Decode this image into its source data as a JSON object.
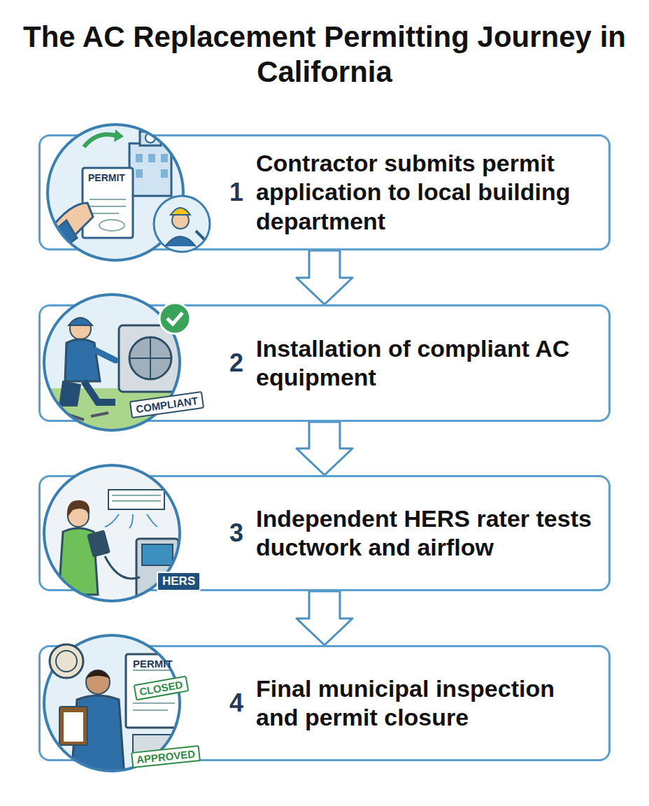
{
  "diagram": {
    "title": "The AC Replacement Permitting Journey in California",
    "nodes": [
      {
        "text": [
          "1",
          "Contractor submits permit application to local building department"
        ]
      },
      {
        "text": [
          "2",
          "Installation of compliant AC equipment"
        ]
      },
      {
        "text": [
          "3",
          "Independent HERS rater tests ductwork and airflow"
        ]
      },
      {
        "text": [
          "4",
          "Final municipal inspection and permit closure"
        ]
      }
    ],
    "edges": [
      {
        "from": 0,
        "to": 1,
        "arrow": "to"
      },
      {
        "from": 1,
        "to": 2,
        "arrow": "to"
      },
      {
        "from": 2,
        "to": 3,
        "arrow": "to"
      }
    ],
    "labels": [
      "PERMIT",
      "COMPLIANT",
      "HERS",
      "PERMIT",
      "CLOSED",
      "APPROVED"
    ]
  }
}
